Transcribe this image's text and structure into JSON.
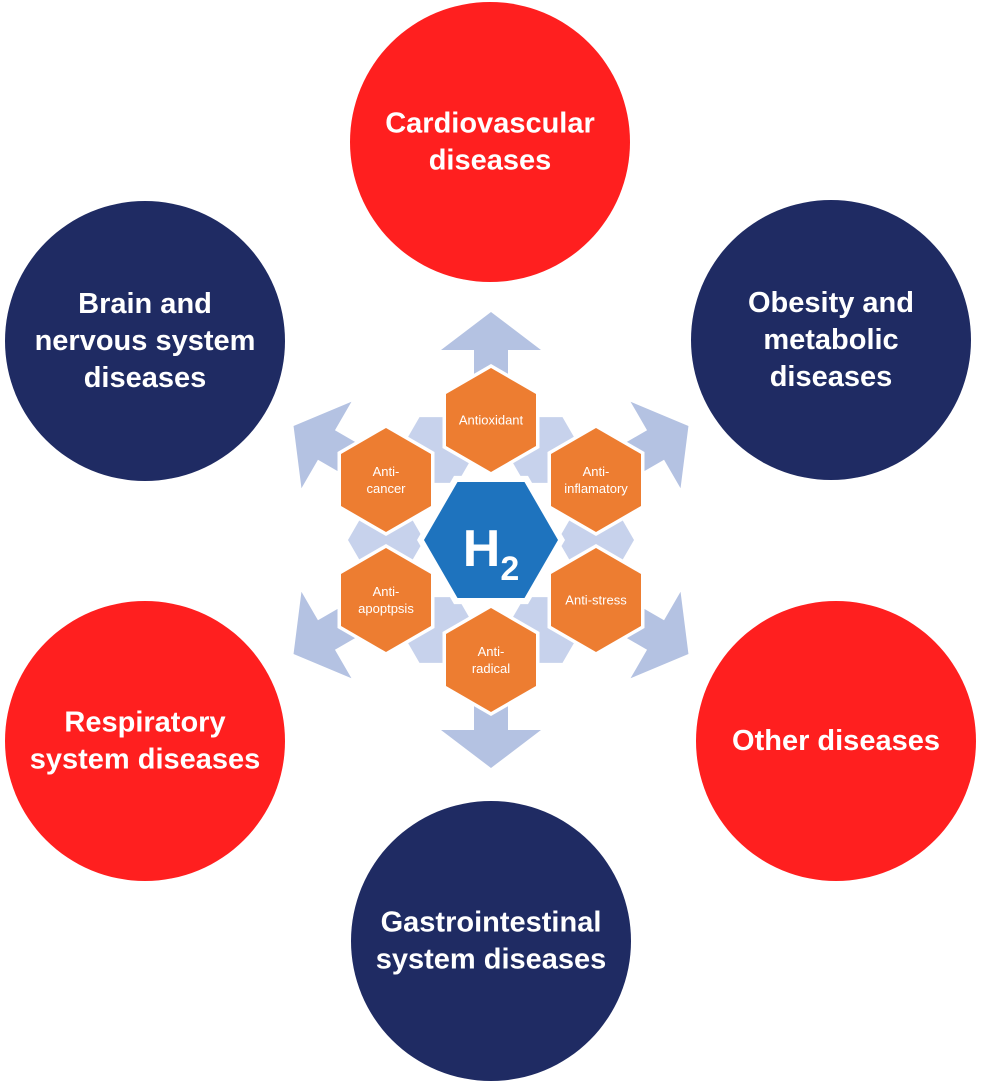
{
  "colors": {
    "red": "#ff1f1f",
    "navy": "#1f2b63",
    "orange": "#ed7d31",
    "blue": "#1e73be",
    "arrow": "#b4c2e2",
    "connector": "#c7d2ec",
    "white": "#ffffff"
  },
  "center": {
    "symbol": "H",
    "subscript": "2"
  },
  "effects": [
    {
      "lines": [
        "Antioxidant"
      ]
    },
    {
      "lines": [
        "Anti-",
        "inflamatory"
      ]
    },
    {
      "lines": [
        "Anti-stress"
      ]
    },
    {
      "lines": [
        "Anti-",
        "radical"
      ]
    },
    {
      "lines": [
        "Anti-",
        "apoptpsis"
      ]
    },
    {
      "lines": [
        "Anti-",
        "cancer"
      ]
    }
  ],
  "diseases": [
    {
      "lines": [
        "Cardiovascular",
        "diseases"
      ],
      "color": "red"
    },
    {
      "lines": [
        "Obesity and",
        "metabolic",
        "diseases"
      ],
      "color": "navy"
    },
    {
      "lines": [
        "Other diseases"
      ],
      "color": "red"
    },
    {
      "lines": [
        "Gastrointestinal",
        "system diseases"
      ],
      "color": "navy"
    },
    {
      "lines": [
        "Respiratory",
        "system diseases"
      ],
      "color": "red"
    },
    {
      "lines": [
        "Brain and",
        "nervous system",
        "diseases"
      ],
      "color": "navy"
    }
  ]
}
